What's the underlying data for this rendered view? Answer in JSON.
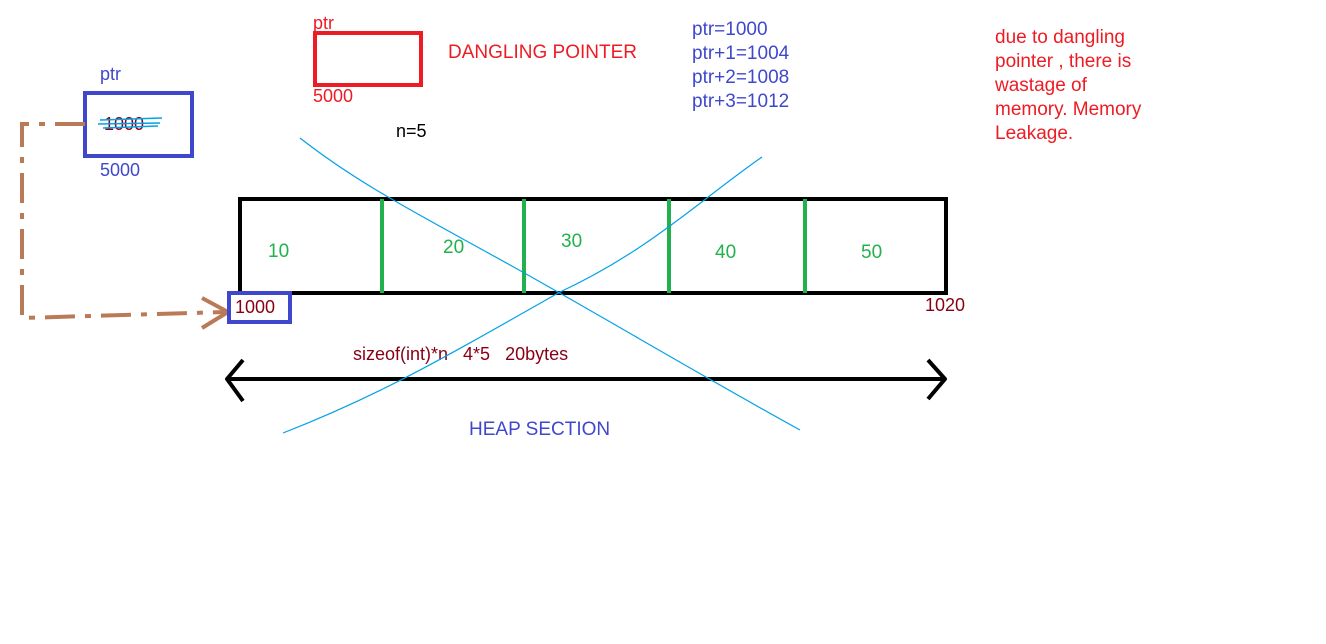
{
  "colors": {
    "blue_text": "#3f48cc",
    "red": "#ed1c24",
    "green": "#22b14c",
    "maroon": "#880015",
    "brown": "#b97a57",
    "cyan": "#00a2e8",
    "black": "#000000"
  },
  "old_ptr": {
    "label": "ptr",
    "value": "1000",
    "address": "5000"
  },
  "new_ptr": {
    "label": "ptr",
    "address": "5000"
  },
  "title": "DANGLING POINTER",
  "n_label": "n=5",
  "arithmetic": [
    "ptr=1000",
    "ptr+1=1004",
    "ptr+2=1008",
    "ptr+3=1012"
  ],
  "note": [
    "due to dangling",
    "pointer , there is",
    "wastage of",
    "memory. Memory",
    "Leakage."
  ],
  "array": {
    "values": [
      "10",
      "20",
      "30",
      "40",
      "50"
    ],
    "start_address": "1000",
    "end_address": "1020"
  },
  "size_text": "sizeof(int)*n   4*5   20bytes",
  "section_label": "HEAP SECTION"
}
